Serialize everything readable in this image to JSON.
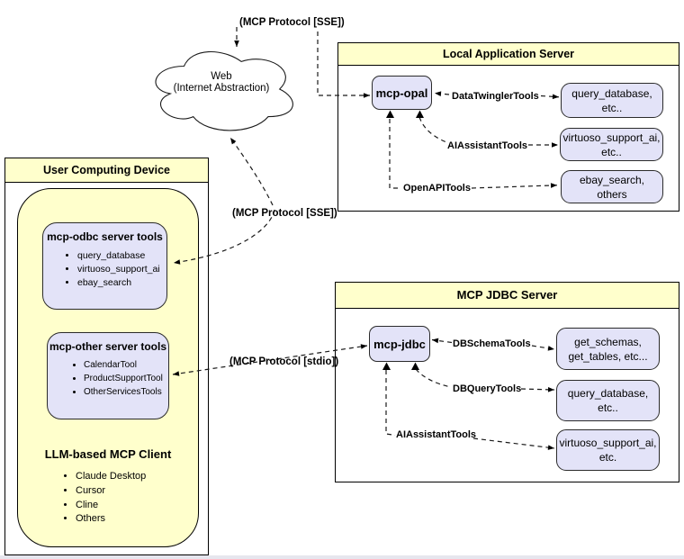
{
  "colors": {
    "panel_yellow": "#FFFFCC",
    "node_lavender": "#E3E3F8",
    "border": "#000000",
    "background": "#FFFFFF"
  },
  "cloud": {
    "line1": "Web",
    "line2": "(Internet Abstraction)"
  },
  "protocol_labels": {
    "top_sse": "(MCP Protocol [SSE])",
    "mid_sse": "(MCP Protocol [SSE])",
    "stdio": "(MCP Protocol [stdio])"
  },
  "user_device": {
    "title": "User Computing Device",
    "odbc_server": {
      "title": "mcp-odbc server tools",
      "items": [
        "query_database",
        "virtuoso_support_ai",
        "ebay_search"
      ]
    },
    "other_server": {
      "title": "mcp-other server tools",
      "items": [
        "CalendarTool",
        "ProductSupportTool",
        "OtherServicesTools"
      ]
    },
    "client": {
      "title": "LLM-based MCP Client",
      "items": [
        "Claude Desktop",
        "Cursor",
        "Cline",
        "Others"
      ]
    }
  },
  "local_app_server": {
    "title": "Local Application Server",
    "hub": "mcp-opal",
    "connections": [
      {
        "label": "DataTwinglerTools",
        "target_line1": "query_database,",
        "target_line2": "etc.."
      },
      {
        "label": "AIAssistantTools",
        "target_line1": "virtuoso_support_ai,",
        "target_line2": "etc.."
      },
      {
        "label": "OpenAPITools",
        "target_line1": "ebay_search,",
        "target_line2": "others"
      }
    ]
  },
  "jdbc_server": {
    "title": "MCP JDBC Server",
    "hub": "mcp-jdbc",
    "connections": [
      {
        "label": "DBSchemaTools",
        "target_line1": "get_schemas,",
        "target_line2": "get_tables, etc..."
      },
      {
        "label": "DBQueryTools",
        "target_line1": "query_database,",
        "target_line2": "etc.."
      },
      {
        "label": "AIAssistantTools",
        "target_line1": "virtuoso_support_ai,",
        "target_line2": "etc."
      }
    ]
  }
}
